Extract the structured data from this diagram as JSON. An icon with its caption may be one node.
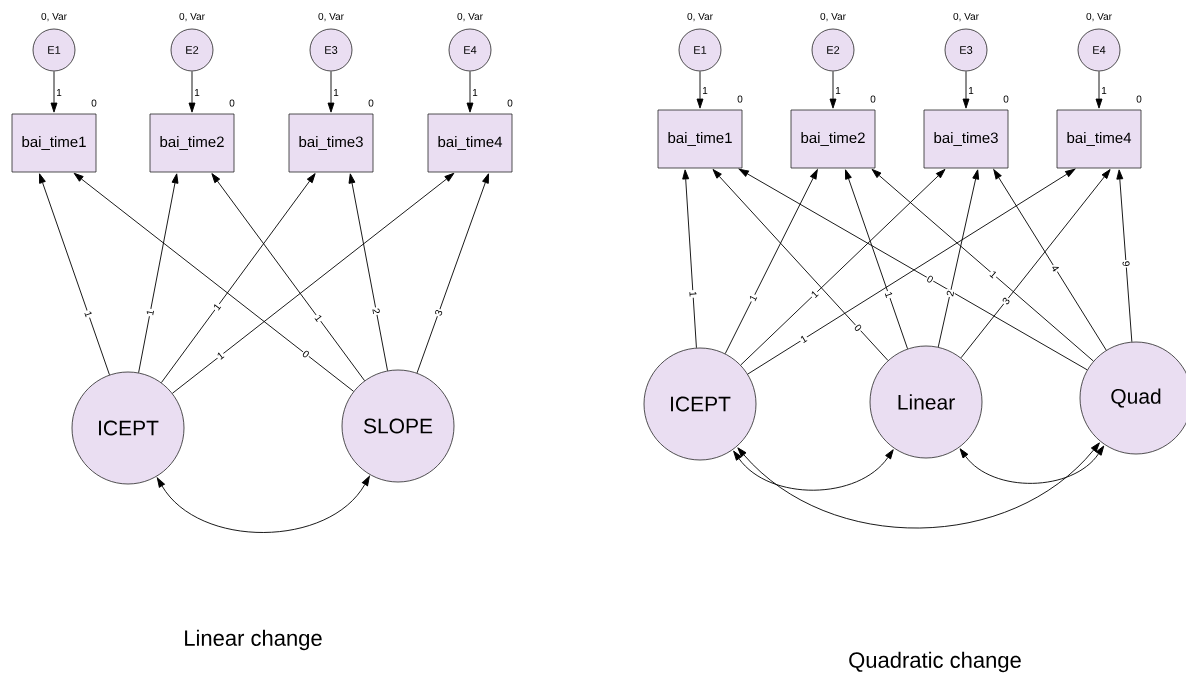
{
  "diagram": {
    "nodes": [
      {
        "text": [
          "E1"
        ],
        "beside": [
          "0, Var"
        ]
      },
      {
        "text": [
          "E2"
        ],
        "beside": [
          "0, Var"
        ]
      },
      {
        "text": [
          "E3"
        ],
        "beside": [
          "0, Var"
        ]
      },
      {
        "text": [
          "E4"
        ],
        "beside": [
          "0, Var"
        ]
      },
      {
        "text": [
          "bai_time1"
        ],
        "beside": [
          "0"
        ]
      },
      {
        "text": [
          "bai_time2"
        ],
        "beside": [
          "0"
        ]
      },
      {
        "text": [
          "bai_time3"
        ],
        "beside": [
          "0"
        ]
      },
      {
        "text": [
          "bai_time4"
        ],
        "beside": [
          "0"
        ]
      },
      {
        "text": [
          "ICEPT"
        ]
      },
      {
        "text": [
          "SLOPE"
        ]
      },
      {
        "text": [
          "E1"
        ],
        "beside": [
          "0, Var"
        ]
      },
      {
        "text": [
          "E2"
        ],
        "beside": [
          "0, Var"
        ]
      },
      {
        "text": [
          "E3"
        ],
        "beside": [
          "0, Var"
        ]
      },
      {
        "text": [
          "E4"
        ],
        "beside": [
          "0, Var"
        ]
      },
      {
        "text": [
          "bai_time1"
        ],
        "beside": [
          "0"
        ]
      },
      {
        "text": [
          "bai_time2"
        ],
        "beside": [
          "0"
        ]
      },
      {
        "text": [
          "bai_time3"
        ],
        "beside": [
          "0"
        ]
      },
      {
        "text": [
          "bai_time4"
        ],
        "beside": [
          "0"
        ]
      },
      {
        "text": [
          "ICEPT"
        ]
      },
      {
        "text": [
          "Linear"
        ]
      },
      {
        "text": [
          "Quad"
        ]
      }
    ],
    "edges": [
      {
        "from": 0,
        "to": 4,
        "arrow": "to",
        "label": "1"
      },
      {
        "from": 1,
        "to": 5,
        "arrow": "to",
        "label": "1"
      },
      {
        "from": 2,
        "to": 6,
        "arrow": "to",
        "label": "1"
      },
      {
        "from": 3,
        "to": 7,
        "arrow": "to",
        "label": "1"
      },
      {
        "from": 8,
        "to": 4,
        "arrow": "to",
        "label": "1"
      },
      {
        "from": 8,
        "to": 5,
        "arrow": "to",
        "label": "1"
      },
      {
        "from": 8,
        "to": 6,
        "arrow": "to",
        "label": "1"
      },
      {
        "from": 8,
        "to": 7,
        "arrow": "to",
        "label": "1"
      },
      {
        "from": 9,
        "to": 4,
        "arrow": "to",
        "label": "0"
      },
      {
        "from": 9,
        "to": 5,
        "arrow": "to",
        "label": "1"
      },
      {
        "from": 9,
        "to": 6,
        "arrow": "to",
        "label": "2"
      },
      {
        "from": 9,
        "to": 7,
        "arrow": "to",
        "label": "3"
      },
      {
        "from": 8,
        "to": 9,
        "arrow": "both"
      },
      {
        "from": 10,
        "to": 14,
        "arrow": "to",
        "label": "1"
      },
      {
        "from": 11,
        "to": 15,
        "arrow": "to",
        "label": "1"
      },
      {
        "from": 12,
        "to": 16,
        "arrow": "to",
        "label": "1"
      },
      {
        "from": 13,
        "to": 17,
        "arrow": "to",
        "label": "1"
      },
      {
        "from": 18,
        "to": 14,
        "arrow": "to",
        "label": "1"
      },
      {
        "from": 18,
        "to": 15,
        "arrow": "to",
        "label": "1"
      },
      {
        "from": 18,
        "to": 16,
        "arrow": "to",
        "label": "1"
      },
      {
        "from": 18,
        "to": 17,
        "arrow": "to",
        "label": "1"
      },
      {
        "from": 19,
        "to": 14,
        "arrow": "to",
        "label": "0"
      },
      {
        "from": 19,
        "to": 15,
        "arrow": "to",
        "label": "1"
      },
      {
        "from": 19,
        "to": 16,
        "arrow": "to",
        "label": "2"
      },
      {
        "from": 19,
        "to": 17,
        "arrow": "to",
        "label": "3"
      },
      {
        "from": 20,
        "to": 14,
        "arrow": "to",
        "label": "0"
      },
      {
        "from": 20,
        "to": 15,
        "arrow": "to",
        "label": "1"
      },
      {
        "from": 20,
        "to": 16,
        "arrow": "to",
        "label": "4"
      },
      {
        "from": 20,
        "to": 17,
        "arrow": "to",
        "label": "9"
      },
      {
        "from": 18,
        "to": 19,
        "arrow": "both"
      },
      {
        "from": 19,
        "to": 20,
        "arrow": "both"
      },
      {
        "from": 18,
        "to": 20,
        "arrow": "both"
      }
    ],
    "labels": [
      "Linear change",
      "Quadratic change"
    ]
  }
}
